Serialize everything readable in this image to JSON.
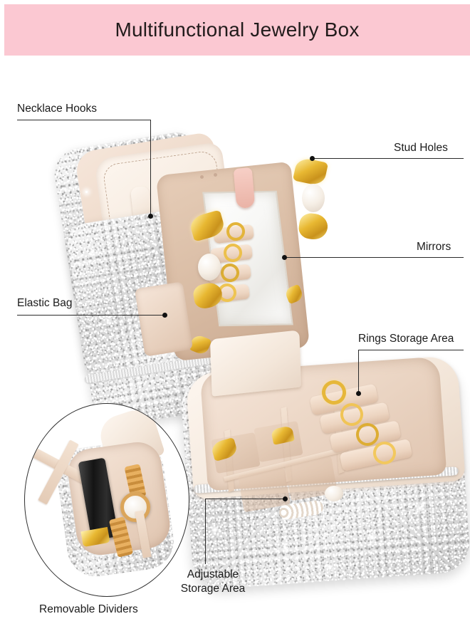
{
  "header": {
    "title": "Multifunctional Jewelry Box",
    "background_color": "#FBC8D2",
    "text_color": "#221C1C"
  },
  "product": {
    "name": "Multifunctional Jewelry Box",
    "exterior_finish": "rhinestone glitter",
    "exterior_color": "#DEDEDE",
    "interior_color": "#ECD7C6",
    "accent_color": "#E8B832"
  },
  "callouts": [
    {
      "id": "necklace-hooks",
      "label": "Necklace Hooks"
    },
    {
      "id": "stud-holes",
      "label": "Stud Holes"
    },
    {
      "id": "mirrors",
      "label": "Mirrors"
    },
    {
      "id": "elastic-bag",
      "label": "Elastic Bag"
    },
    {
      "id": "rings-storage-area",
      "label": "Rings Storage Area"
    },
    {
      "id": "adjustable-storage",
      "label": "Adjustable\nStorage Area"
    },
    {
      "id": "adjustable-line-1",
      "label": "Adjustable"
    },
    {
      "id": "adjustable-line-2",
      "label": "Storage Area"
    },
    {
      "id": "removable-dividers",
      "label": "Removable Dividers"
    }
  ],
  "inset": {
    "name": "removable-dividers-detail",
    "contents": [
      "cross dividers",
      "lipstick",
      "wrist watch"
    ]
  }
}
